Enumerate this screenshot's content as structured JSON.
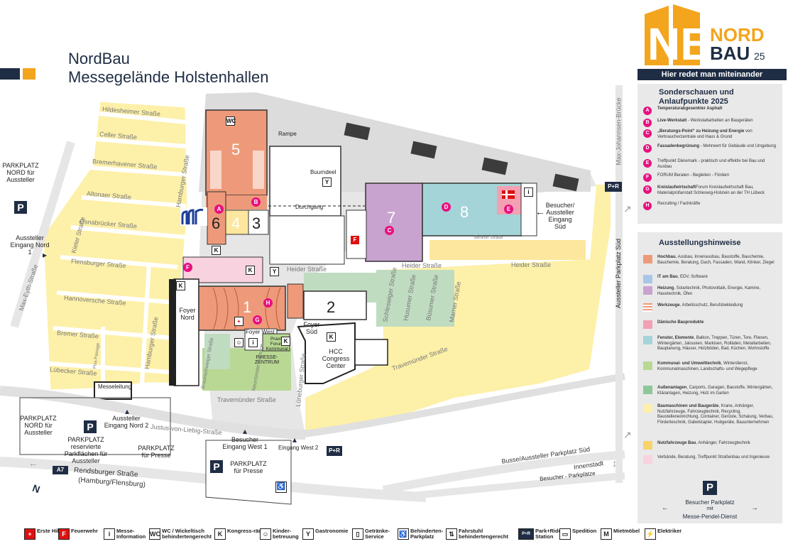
{
  "header": {
    "title_line1": "NordBau",
    "title_line2": "Messegelände Holstenhallen"
  },
  "logo": {
    "letters": "NB",
    "word1": "NORD",
    "word2": "BAU",
    "year": "25",
    "tagline": "Hier redet man miteinander"
  },
  "colors": {
    "accent_dark": "#1f2d44",
    "accent_orange": "#f3a51d",
    "yellow": "#fdf0a8",
    "salmon": "#ee9a7a",
    "lilac": "#c9a3cf",
    "teal": "#a4d4d8",
    "pink": "#f9d2e0",
    "green": "#b8d893",
    "ltgreen": "#bfdcc0",
    "sand": "#fde79e",
    "magenta": "#e8107f"
  },
  "map": {
    "halls": {
      "h5": "5",
      "h4": "4",
      "h3": "3",
      "h6": "6",
      "h7": "7",
      "h8": "8",
      "h1": "1",
      "h2": "2"
    },
    "labels": {
      "rampe": "Rampe",
      "buurndeel": "Buurndeel",
      "durchgang": "Durchgang",
      "foyer_nord": "Foyer Nord",
      "foyer_west": "Foyer West",
      "foyer_sued": "Foyer Süd",
      "hcc": "HCC Congress Center",
      "presse": "PRESSE-ZENTRUM",
      "praxis": "Praxis Forum Kommunal",
      "messeleitung": "Messeleitung",
      "besucher_sued": "Besucher/ Aussteller Eingang Süd",
      "aussteller_nord1": "Aussteller Eingang Nord 1",
      "aussteller_nord2": "Aussteller Eingang Nord 2",
      "besucher_west1": "Besucher Eingang West 1",
      "eingang_west2": "Eingang West 2",
      "parkplatz_nord_aussteller": "PARKPLATZ NORD für Aussteller",
      "parkplatz_nord2": "PARKPLATZ NORD für Aussteller",
      "parkplatz_reserviert": "PARKPLATZ reservierte Parkflächen für Aussteller",
      "parkplatz_presse_left": "PARKPLATZ für Presse",
      "parkplatz_presse": "PARKPLATZ für Presse",
      "aussteller_parkplatz_sued": "Aussteller Parkplatz Süd",
      "besucher_parkplaetze": "Besucher - Parkplätze",
      "pr": "P+R"
    },
    "streets": {
      "hildesheimer": "Hildesheimer Straße",
      "celler": "Celler Straße",
      "bremerhavener": "Bremerhavener Straße",
      "altonaer": "Altonaer Straße",
      "osnabruecker": "Osnabrücker Straße",
      "kieler": "Kieler Straße",
      "flensburger": "Flensburger Straße",
      "hannoversche": "Hannoversche Straße",
      "bremer": "Bremer Straße",
      "luebecker": "Lübecker Straße",
      "hamburger": "Hamburger Straße",
      "hamburger2": "Hamburger Straße",
      "heider": "Heider Straße",
      "heider2": "Heider Straße",
      "heider3": "Heider Straße",
      "travemuender": "Travemünder Straße",
      "travemuender2": "Travemünder Straße",
      "luenburger": "Lüneburger Straße",
      "justus": "Justus-von-Liebig-Straße",
      "rendsburger": "Rendsburger Straße",
      "hamburg_flensburg": "(Hamburg/Flensburg)",
      "max_eyth": "Max-Eyth-Straße",
      "max_johannsen": "Max-Johannsen-Brücke",
      "schleswiger": "Schleswiger Straße",
      "husumer": "Husumer Straße",
      "buesumer": "Büsumer Straße",
      "marner": "Marner Straße",
      "berliner": "Berliner Straße",
      "braunschweiger": "Braunschweiger Straße",
      "neumuenster": "Neumünster Passage",
      "busse": "Busse/Aussteller Parkplatz Süd",
      "innenstadt": "Innenstadt",
      "a7": "A7",
      "pisa": "Pisa Passage"
    }
  },
  "sonderschauen": {
    "title": "Sonderschauen und Anlaufpunkte 2025",
    "items": [
      {
        "letter": "A",
        "bold": "Temperaturabgesenkter Asphalt",
        "text": ""
      },
      {
        "letter": "B",
        "bold": "Live-Werkstatt",
        "text": " - Werkstattarbeiten an Baugeräten"
      },
      {
        "letter": "C",
        "bold": "„Beratungs-Point“ zu Heizung und Energie",
        "text": " von Verbraucherzentrale und Haus & Grund"
      },
      {
        "letter": "D",
        "bold": "Fassadenbegrünung",
        "text": " - Mehrwert für Gebäude und Umgebung"
      },
      {
        "letter": "E",
        "bold": "",
        "text": "Treffpunkt Dänemark - praktisch und effektiv bei Bau und Ausbau"
      },
      {
        "letter": "F",
        "bold": "",
        "text": "FORUM Beraten - Begleiten - Fördern"
      },
      {
        "letter": "G",
        "bold": "Kreislaufwirtschaft",
        "text": "Forum Kreislaufwirtschaft Bau, Materialprüfanstalt Schleswig-Holstein an der TH Lübeck"
      },
      {
        "letter": "H",
        "bold": "",
        "text": "Recruiting / Fachkräfte"
      }
    ]
  },
  "hinweise": {
    "title": "Ausstellungshinweise",
    "items": [
      {
        "color": "#ee9a7a",
        "bold": "Hochbau",
        "text": ", Ausbau, Innenausbau, Baustoffe, Bauchemie, Bauchemie, Beratung, Dach, Fassaden, Wand, Klinker, Ziegel"
      },
      {
        "color": "#a8c7e8",
        "bold": "IT am Bau",
        "text": ", EDV, Software"
      },
      {
        "color": "#c9a3cf",
        "bold": "Heizung",
        "text": ", Solartechnik, Photovoltaik, Energie, Kamine, Haustechnik, Öfen"
      },
      {
        "color": "stripes",
        "bold": "Werkzeuge",
        "text": ", Arbeitsschutz, Berufsbekleidung"
      },
      {
        "color": "#f3a0b3",
        "bold": "Dänische Bauprodukte",
        "text": ""
      },
      {
        "color": "#a4d4d8",
        "bold": "Fenster, Elemente",
        "text": ", Balkon, Treppen, Türen, Tore, Fliesen, Wintergärten, Jalousien, Markisen, Rolläden, Metallarbeiten, Bauplanung, Häuser, Holzböden, Bad, Küchen, Wohnstoffe"
      },
      {
        "color": "#b8d893",
        "bold": "Kommunal- und Umwelttechnik",
        "text": ", Winterdienst, Kommunalmaschinen, Landschafts- und Wegepflege"
      },
      {
        "color": "#8fc79b",
        "bold": "Außenanlagen",
        "text": ", Carports, Garagen, Baustoffe, Wintergärten, Kläranlagen, Heizung, Holz im Garten"
      },
      {
        "color": "#fdf0a8",
        "bold": "Baumaschinen und Baugeräte",
        "text": ", Krane, Anhänger, Nutzfahrzeuge, Fahrzeugtechnik, Recycling, Baustelleneinrichtung, Container, Gerüste, Schalung, Verbau, Förderteschnik, Gabelstapler, Hubgeräte, Bauunternehmen"
      },
      {
        "color": "#f7d36a",
        "bold": "Nutzfahrzeuge Bau",
        "text": ", Anhänger, Fahrzeugtechnik"
      },
      {
        "color": "#f9d2e0",
        "bold": "",
        "text": "Verbände, Beratung, Treffpunkt Straßenbau und Ingenieure"
      }
    ],
    "parking_label": "Besucher Parkplatz",
    "parking_mit": "mit",
    "parking_shuttle": "Messe-Pendel-Dienst"
  },
  "legend": [
    {
      "icon": "+",
      "text": "Erste Hilfe"
    },
    {
      "icon": "F",
      "text": "Feuerwehr"
    },
    {
      "icon": "i",
      "text": "Messe-Information"
    },
    {
      "icon": "WC",
      "text": "WC / Wickeltisch behindertengerecht"
    },
    {
      "icon": "K",
      "text": "Kongress-räume"
    },
    {
      "icon": "☺",
      "text": "Kinder-betreuung"
    },
    {
      "icon": "Y",
      "text": "Gastronomie"
    },
    {
      "icon": "▯",
      "text": "Getränke-Service"
    },
    {
      "icon": "♿",
      "text": "Behinderten-Parkplatz"
    },
    {
      "icon": "⇅",
      "text": "Fahrstuhl behindertengerecht"
    },
    {
      "icon": "P+R",
      "text": "Park+Ride Station"
    },
    {
      "icon": "▭",
      "text": "Spedition"
    },
    {
      "icon": "M",
      "text": "Mietmöbel"
    },
    {
      "icon": "⚡",
      "text": "Elektriker"
    }
  ]
}
